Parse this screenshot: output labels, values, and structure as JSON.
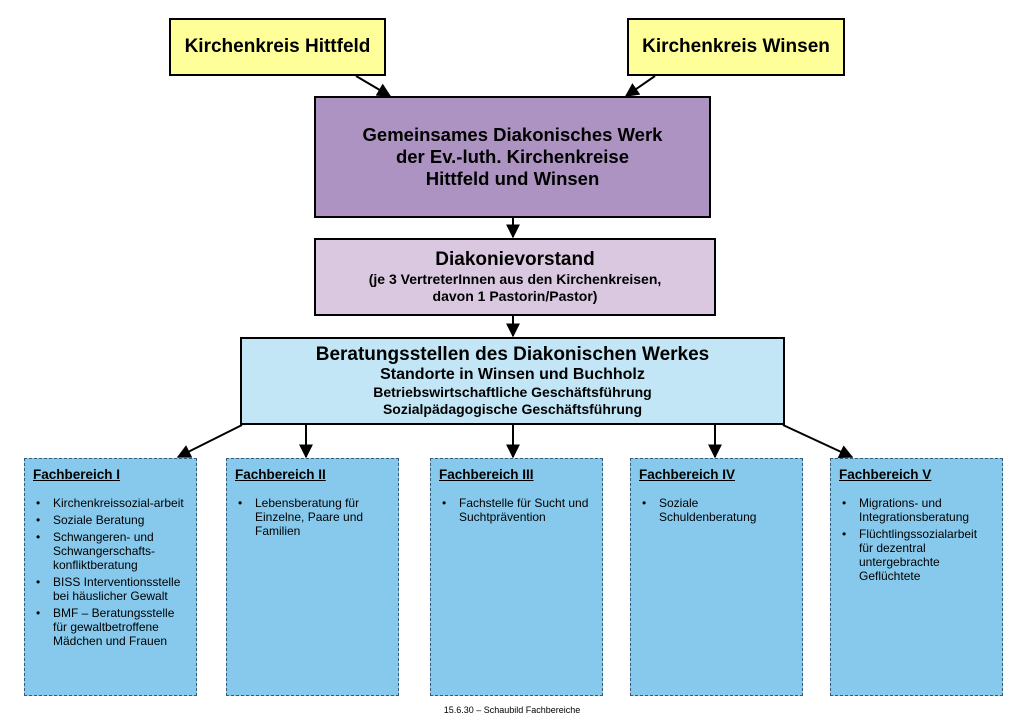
{
  "top_boxes": {
    "hittfeld": "Kirchenkreis Hittfeld",
    "winsen": "Kirchenkreis Winsen"
  },
  "werk": {
    "line1": "Gemeinsames Diakonisches Werk",
    "line2": "der Ev.-luth. Kirchenkreise",
    "line3": "Hittfeld und Winsen"
  },
  "vorstand": {
    "title": "Diakonievorstand",
    "line1": "(je 3 VertreterInnen aus den Kirchenkreisen,",
    "line2": "davon 1 Pastorin/Pastor)"
  },
  "beratung": {
    "title": "Beratungsstellen des Diakonischen Werkes",
    "line1": "Standorte in Winsen und Buchholz",
    "line2": "Betriebswirtschaftliche Geschäftsführung",
    "line3": "Sozialpädagogische Geschäftsführung"
  },
  "fachbereiche": [
    {
      "title": "Fachbereich I",
      "items": [
        "Kirchenkreissozial-arbeit",
        "Soziale Beratung",
        "Schwangeren- und Schwangerschafts-konfliktberatung",
        "BISS Interventionsstelle bei häuslicher Gewalt",
        "BMF – Beratungsstelle für gewaltbetroffene Mädchen und Frauen"
      ]
    },
    {
      "title": "Fachbereich II",
      "items": [
        "Lebensberatung für Einzelne, Paare und Familien"
      ]
    },
    {
      "title": "Fachbereich III",
      "items": [
        "Fachstelle für Sucht und Suchtprävention"
      ]
    },
    {
      "title": "Fachbereich IV",
      "items": [
        "Soziale Schuldenberatung"
      ]
    },
    {
      "title": "Fachbereich V",
      "items": [
        "Migrations- und Integrationsberatung",
        "Flüchtlingssozialarbeit für dezentral untergebrachte Geflüchtete"
      ]
    }
  ],
  "caption": "15.6.30 – Schaubild Fachbereiche"
}
